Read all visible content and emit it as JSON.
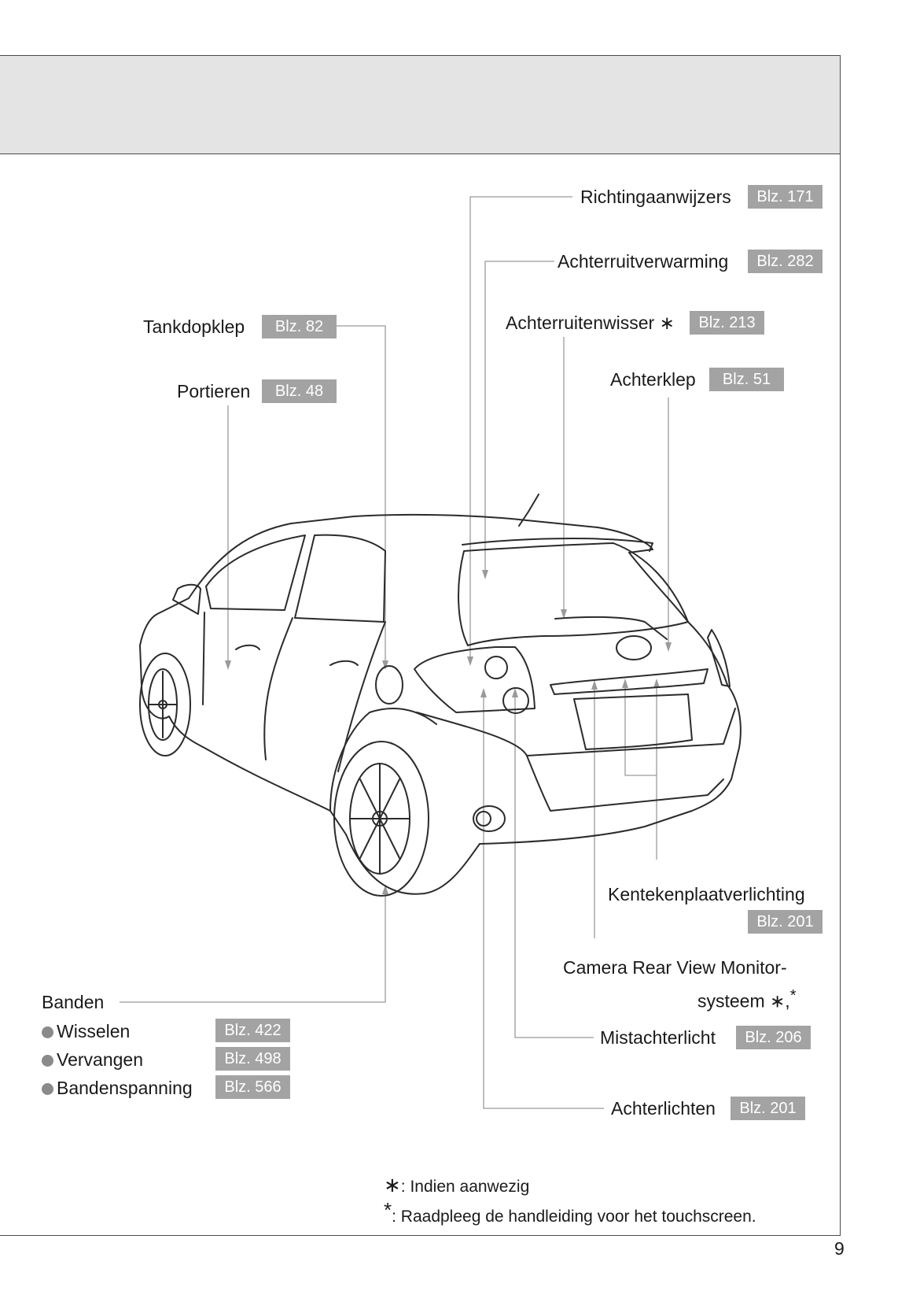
{
  "labels": {
    "richting": {
      "text": "Richtingaanwijzers",
      "page": "Blz. 171"
    },
    "achterruitverwarming": {
      "text": "Achterruitverwarming",
      "page": "Blz. 282"
    },
    "tankdop": {
      "text": "Tankdopklep",
      "page": "Blz. 82"
    },
    "achterruitenwisser": {
      "text": "Achterruitenwisser ∗",
      "page": "Blz. 213"
    },
    "portieren": {
      "text": "Portieren",
      "page": "Blz. 48"
    },
    "achterklep": {
      "text": "Achterklep",
      "page": "Blz. 51"
    },
    "kenteken": {
      "text": "Kentekenplaatverlichting",
      "page": "Blz. 201"
    },
    "camera": {
      "line1": "Camera Rear View Monitor-",
      "line2": "systeem ∗,",
      "sup": "*"
    },
    "mistachter": {
      "text": "Mistachterlicht",
      "page": "Blz. 206"
    },
    "achterlichten": {
      "text": "Achterlichten",
      "page": "Blz. 201"
    }
  },
  "banden": {
    "title": "Banden",
    "items": [
      {
        "label": "Wisselen",
        "page": "Blz. 422"
      },
      {
        "label": "Vervangen",
        "page": "Blz. 498"
      },
      {
        "label": "Bandenspanning",
        "page": "Blz. 566"
      }
    ]
  },
  "notes": {
    "n1_mark": "∗",
    "n1": ": Indien aanwezig",
    "n2_mark": "*",
    "n2": ": Raadpleeg de handleiding voor het touchscreen."
  },
  "page_number": "9",
  "colors": {
    "header_band": "#e4e4e4",
    "page_tag": "#a3a3a3",
    "leader": "#9a9a9a"
  }
}
